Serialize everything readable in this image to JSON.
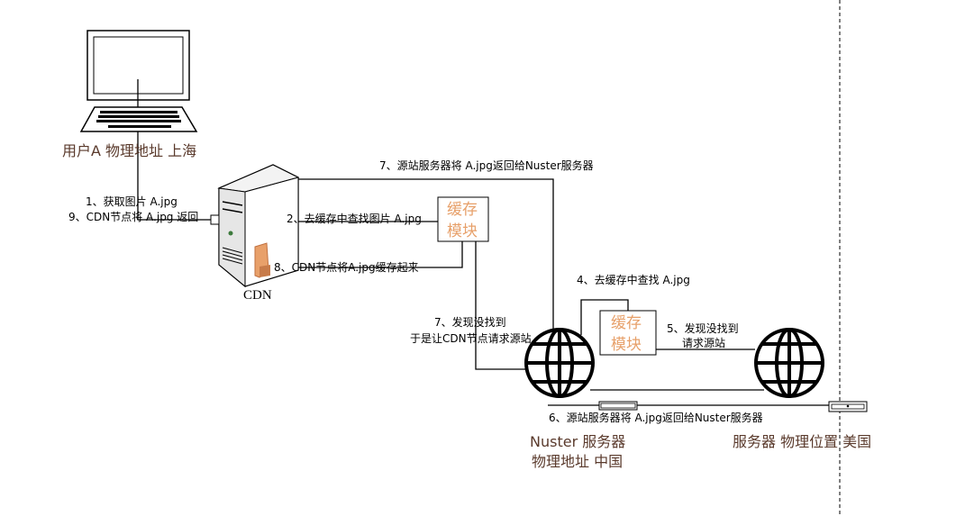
{
  "nodes": {
    "user": "用户A 物理地址 上海",
    "cdn": "CDN",
    "cache_top": [
      "缓存",
      "模块"
    ],
    "cache_mid": [
      "缓存",
      "模块"
    ],
    "nuster": [
      "Nuster 服务器",
      "物理地址 中国"
    ],
    "origin": "服务器 物理位置 美国"
  },
  "steps": {
    "s1": "1、获取图片 A.jpg",
    "s9": "9、CDN节点将 A.jpg 返回",
    "s2": "2、去缓存中查找图片 A.jpg",
    "s8": "8、CDN节点将A.jpg缓存起来",
    "s7_top": "7、源站服务器将 A.jpg返回给Nuster服务器",
    "s7_mid": [
      "7、发现没找到",
      "于是让CDN节点请求源站"
    ],
    "s4": "4、去缓存中查找 A.jpg",
    "s5": [
      "5、发现没找到",
      "请求源站"
    ],
    "s6": "6、源站服务器将 A.jpg返回给Nuster服务器"
  },
  "colors": {
    "title_text": "#5a3a2c",
    "cache_text": "#e7a06a",
    "cdn_accent": "#e8a06a",
    "line": "#000000"
  }
}
